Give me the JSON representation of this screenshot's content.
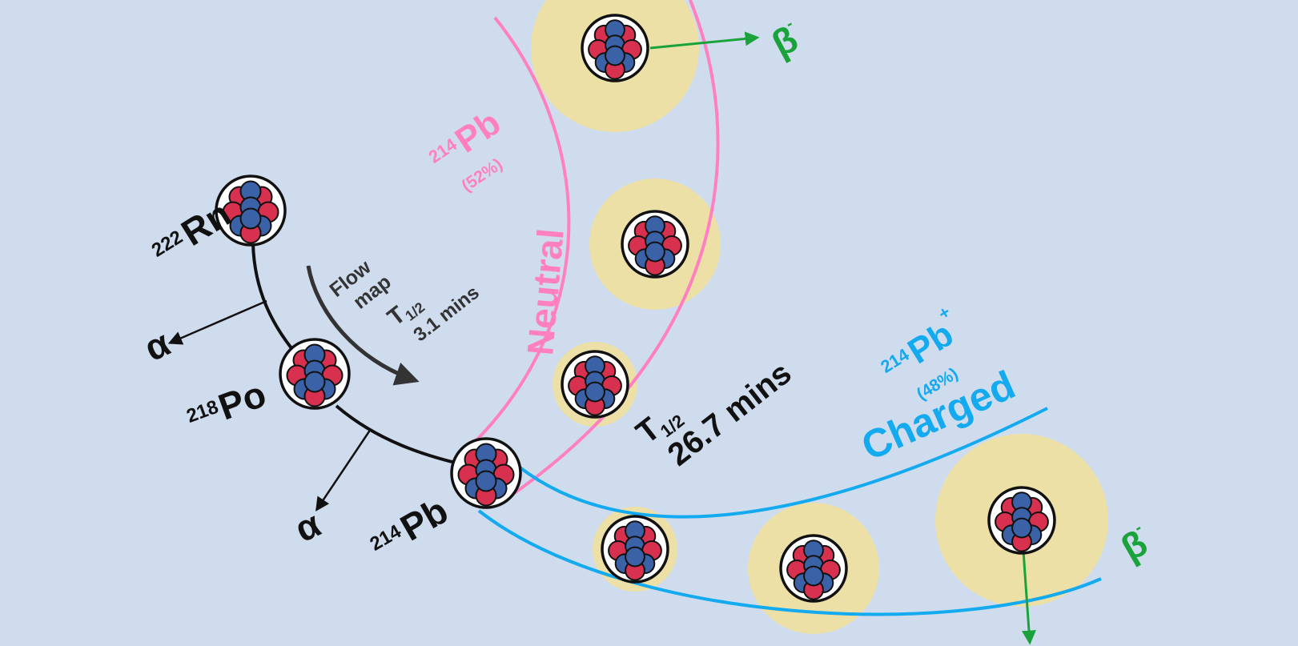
{
  "colors": {
    "background": "#cfdcee",
    "neutral": "#ff7fc0",
    "charged": "#14aaf0",
    "beta": "#1aa33b",
    "ink": "#111111",
    "halo": "#ece0a6",
    "proton": "#d8304f",
    "neutron": "#3b62a7"
  },
  "rn222": {
    "mass": "222",
    "symbol": "Rn"
  },
  "po218": {
    "mass": "218",
    "symbol": "Po"
  },
  "pb214": {
    "mass": "214",
    "symbol": "Pb"
  },
  "alpha": {
    "symbol": "α"
  },
  "flow": {
    "line1": "Flow",
    "line2": "map",
    "half_life_symbol": "T",
    "half_life_sub": "1/2",
    "half_life_value": "3.1 mins"
  },
  "neutral_branch": {
    "mass": "214",
    "symbol": "Pb",
    "percent": "(52%)",
    "name": "Neutral",
    "decay": "β",
    "decay_sup": "-"
  },
  "charged_branch": {
    "mass": "214",
    "symbol": "Pb",
    "charge": "+",
    "percent": "(48%)",
    "name": "Charged",
    "decay": "β",
    "decay_sup": "-"
  },
  "pb_half_life": {
    "symbol": "T",
    "sub": "1/2",
    "value": "26.7 mins"
  }
}
